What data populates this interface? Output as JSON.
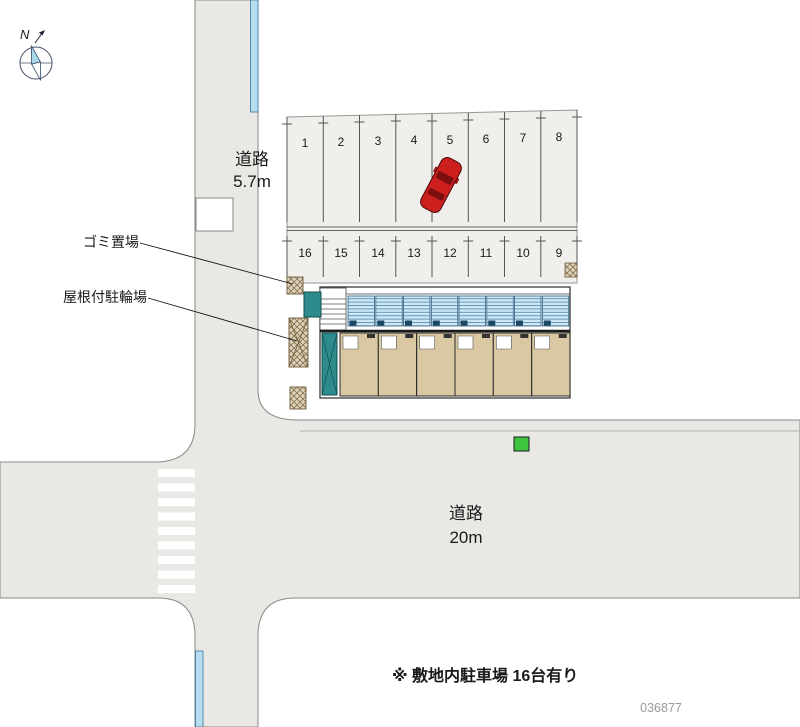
{
  "compass": {
    "north_label": "N"
  },
  "roads": {
    "vertical": {
      "label_line1": "道路",
      "label_line2": "5.7m"
    },
    "horizontal": {
      "label_line1": "道路",
      "label_line2": "20m"
    }
  },
  "site": {
    "garbage_label": "ゴミ置場",
    "bicycle_label": "屋根付駐輪場"
  },
  "parking": {
    "top_row": [
      "1",
      "2",
      "3",
      "4",
      "5",
      "6",
      "7",
      "8"
    ],
    "bottom_row": [
      "16",
      "15",
      "14",
      "13",
      "12",
      "11",
      "10",
      "9"
    ]
  },
  "footer": {
    "note": "※ 敷地内駐車場 16台有り",
    "plan_number": "036877"
  },
  "colors": {
    "road_gray": "#eae8e5",
    "lot_gray": "#f1efeb",
    "water_blue": "#b7def0",
    "balcony_blue": "#cfe8f6",
    "unit_tan": "#d9c8a1",
    "teal": "#2e8b8b",
    "car_red": "#ce1f1f",
    "marker_green": "#3ec43e"
  }
}
